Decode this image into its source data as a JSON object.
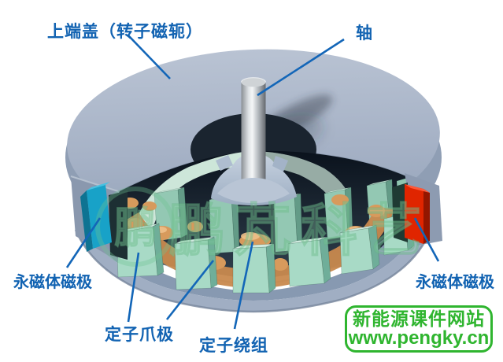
{
  "labels": {
    "top_cover": "上端盖（转子磁轭）",
    "shaft": "轴",
    "magnet_left": "永磁体磁极",
    "magnet_right": "永磁体磁极",
    "stator_claw": "定子爪极",
    "stator_winding": "定子绕组"
  },
  "badge": {
    "line1": "新能源课件网站",
    "line2": "www.pengky.cn"
  },
  "watermark": {
    "logo_char": "鹏",
    "chars": [
      "鹏",
      "芃",
      "科",
      "艺"
    ]
  },
  "colors": {
    "label_text": "#1263b2",
    "leader_line": "#1366b8",
    "badge_green": "#2fb52f",
    "cover_grey": "#a9b6c9",
    "claw_mint": "#a8dac6",
    "winding_orange": "#d79a5c",
    "magnet_cyan": "#18a2c8",
    "magnet_red": "#e02500",
    "shaft_silver": "#d9d9d9",
    "watermark_green": "#8fd3a8"
  }
}
